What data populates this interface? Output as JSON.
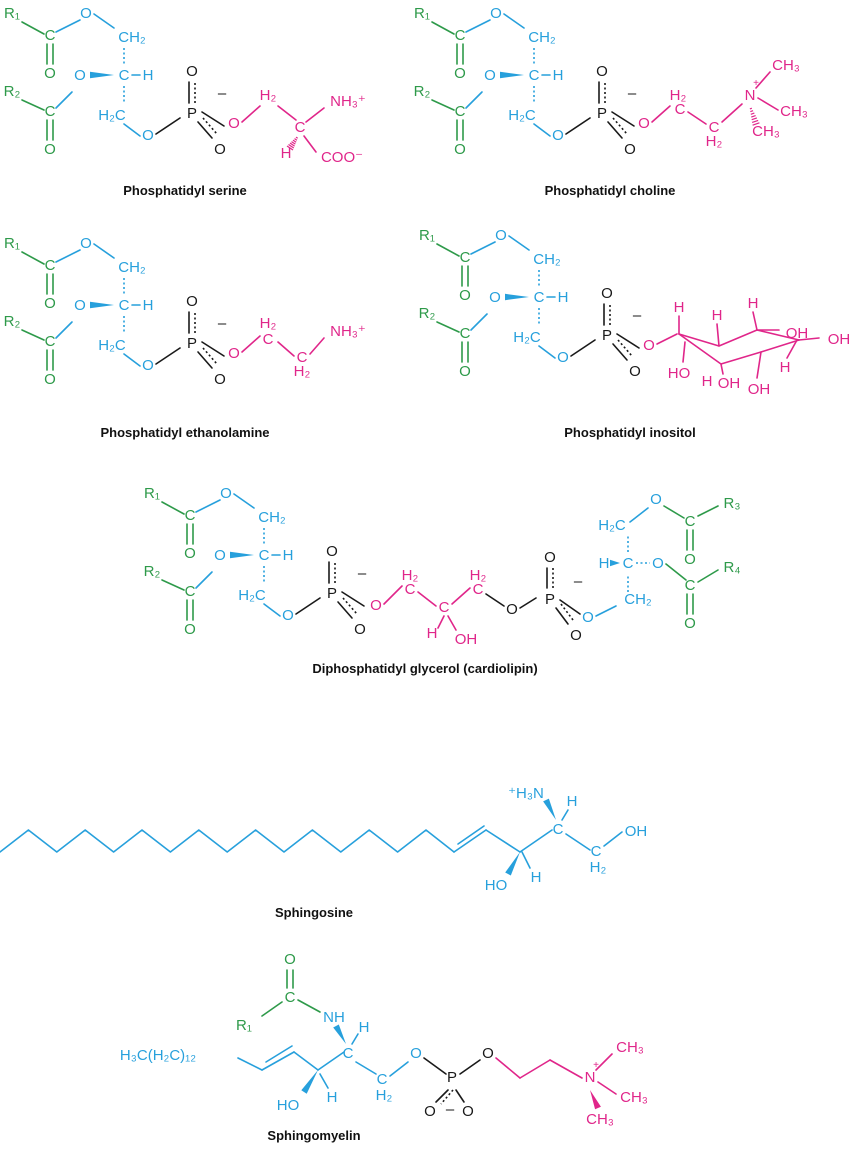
{
  "colors": {
    "fatty_acid": "#2e9a4a",
    "glycerol": "#27a0dc",
    "phosphate": "#1a1a1a",
    "head_group": "#e0268a"
  },
  "captions": {
    "serine": "Phosphatidyl serine",
    "choline": "Phosphatidyl choline",
    "ethanolamine": "Phosphatidyl ethanolamine",
    "inositol": "Phosphatidyl inositol",
    "cardiolipin": "Diphosphatidyl glycerol (cardiolipin)",
    "sphingosine": "Sphingosine",
    "sphingomyelin": "Sphingomyelin"
  },
  "atoms": {
    "r1": "R₁",
    "r2": "R₂",
    "r3": "R₃",
    "r4": "R₄",
    "c": "C",
    "o": "O",
    "p": "P",
    "h": "H",
    "n": "N",
    "ch2": "CH₂",
    "h2c": "H₂C",
    "h2": "H₂",
    "nh3": "NH₃⁺",
    "h3n": "⁺H₃N",
    "coo": "COO⁻",
    "minus": "–",
    "plus": "+",
    "ch3": "CH₃",
    "oh": "OH",
    "ho": "HO",
    "nh": "NH",
    "h3c_chain": "H₃C(H₂C)₁₂"
  }
}
